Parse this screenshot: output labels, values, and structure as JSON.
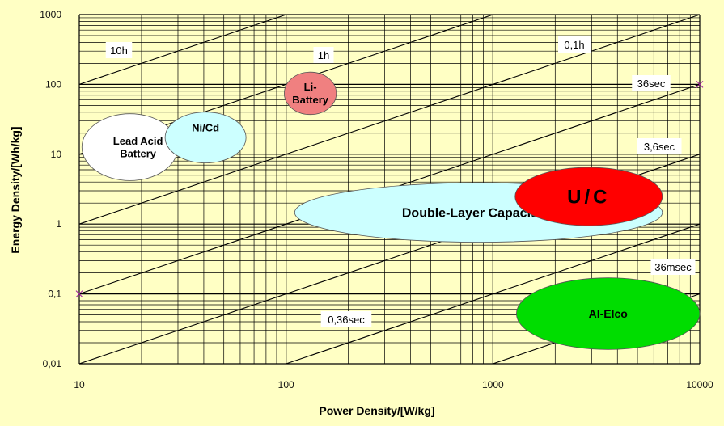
{
  "chart_data": {
    "type": "scatter",
    "title": "",
    "xlabel": "Power Density/[W/kg]",
    "ylabel": "Energy Density/[Wh/kg]",
    "xscale": "log",
    "yscale": "log",
    "xlim": [
      10,
      10000
    ],
    "ylim": [
      0.01,
      1000
    ],
    "x_ticks": [
      "10",
      "100",
      "1000",
      "10000"
    ],
    "y_ticks": [
      "1000",
      "100",
      "10",
      "1",
      "0,1",
      "0,01"
    ],
    "grid": true,
    "background_color": "#ffffc4",
    "time_lines": [
      {
        "label": "10h",
        "hours": 10
      },
      {
        "label": "1h",
        "hours": 1
      },
      {
        "label": "0,1h",
        "hours": 0.1
      },
      {
        "label": "36sec",
        "hours": 0.01
      },
      {
        "label": "3,6sec",
        "hours": 0.001
      },
      {
        "label": "0,36sec",
        "hours": 0.0001
      },
      {
        "label": "36msec",
        "hours": 1e-05
      }
    ],
    "regions": [
      {
        "label": "Double-Layer Capacitors",
        "x_range": [
          110,
          6600
        ],
        "y_range": [
          0.55,
          3.9
        ],
        "color": "#ccffff"
      },
      {
        "label": "Al-Elco",
        "x_range": [
          1300,
          10000
        ],
        "y_range": [
          0.016,
          0.17
        ],
        "color": "#00dd00"
      },
      {
        "label": "U/C",
        "x_range": [
          1280,
          6600
        ],
        "y_range": [
          0.95,
          6.5
        ],
        "color": "#ff0000"
      },
      {
        "label": "Lead Acid Battery",
        "x_range": [
          10.3,
          30
        ],
        "y_range": [
          4.2,
          38
        ],
        "color": "#ffffff"
      },
      {
        "label": "Ni/Cd",
        "x_range": [
          26,
          64
        ],
        "y_range": [
          7.5,
          40
        ],
        "color": "#ccffff"
      },
      {
        "label": "Li-\nBattery",
        "x_range": [
          98,
          175
        ],
        "y_range": [
          37,
          150
        ],
        "color": "#f08080"
      }
    ]
  }
}
